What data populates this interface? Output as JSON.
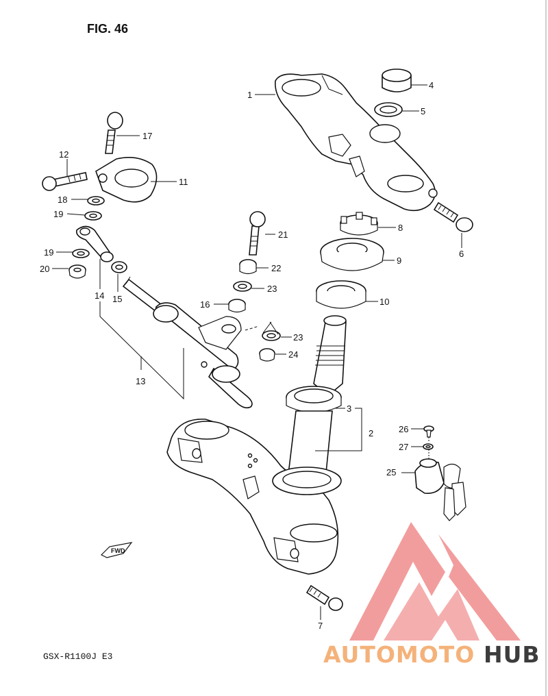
{
  "figure_title": "FIG. 46",
  "model_code": "GSX-R1100J E3",
  "fwd_marker": "FWD",
  "watermark": {
    "text_prefix": "AUTOMOTO",
    "text_suffix": "HUB",
    "color_prefix": "#f4b27a",
    "color_suffix": "#3c3c3c",
    "logo_color": "#f08c8c"
  },
  "callouts": {
    "c1": "1",
    "c2": "2",
    "c3": "3",
    "c4": "4",
    "c5": "5",
    "c6": "6",
    "c7": "7",
    "c8": "8",
    "c9": "9",
    "c10": "10",
    "c11": "11",
    "c12": "12",
    "c13": "13",
    "c14": "14",
    "c15": "15",
    "c16": "16",
    "c17": "17",
    "c18": "18",
    "c19a": "19",
    "c19b": "19",
    "c20": "20",
    "c21": "21",
    "c22": "22",
    "c23a": "23",
    "c23b": "23",
    "c24": "24",
    "c25": "25",
    "c26": "26",
    "c27": "27"
  }
}
